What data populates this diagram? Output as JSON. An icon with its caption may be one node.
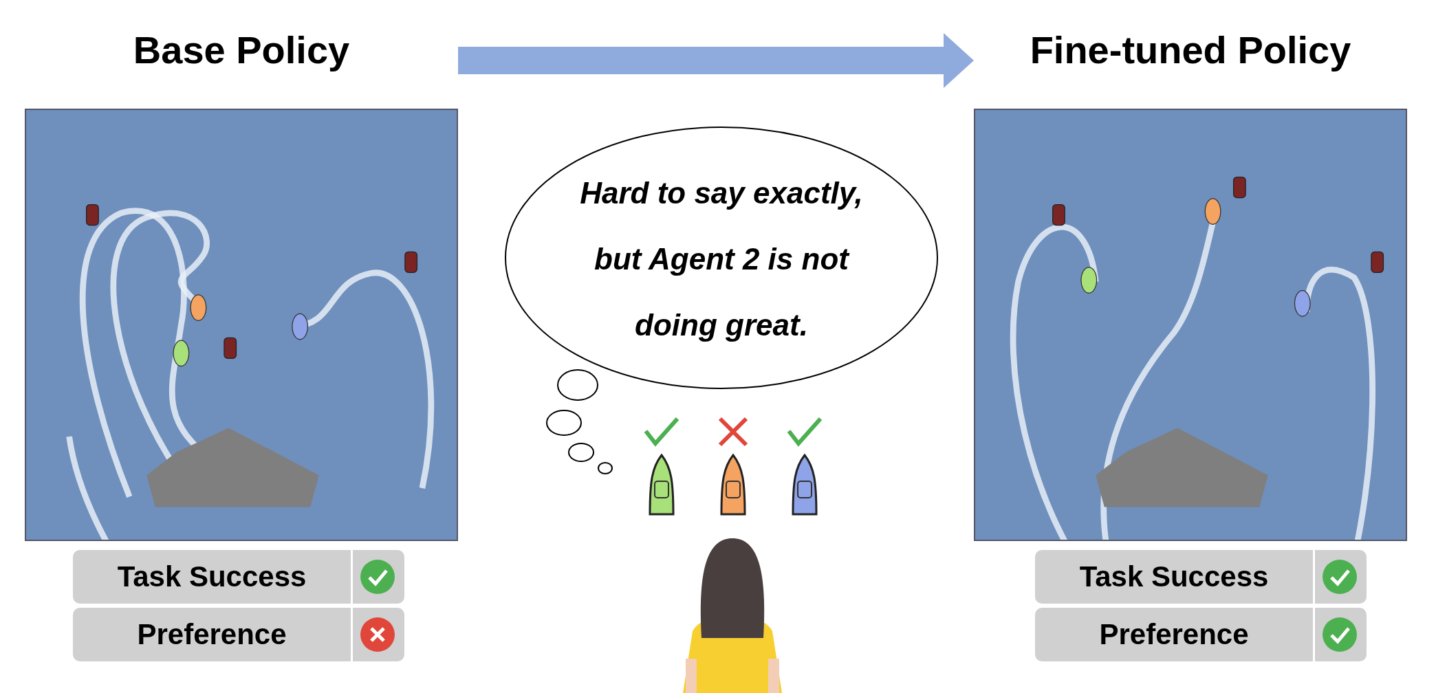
{
  "diagram": {
    "nodes": [
      {
        "text": [
          "Base Policy"
        ]
      },
      {
        "text": [
          "Fine-tuned Policy"
        ]
      },
      {
        "text": [
          "Hard to say exactly, but Agent 2 is not doing great."
        ]
      }
    ],
    "edges": [
      {
        "from": 0,
        "to": 1,
        "arrow": "to"
      }
    ],
    "labels": [
      "Task Success",
      "Preference",
      "Task Success",
      "Preference"
    ]
  }
}
